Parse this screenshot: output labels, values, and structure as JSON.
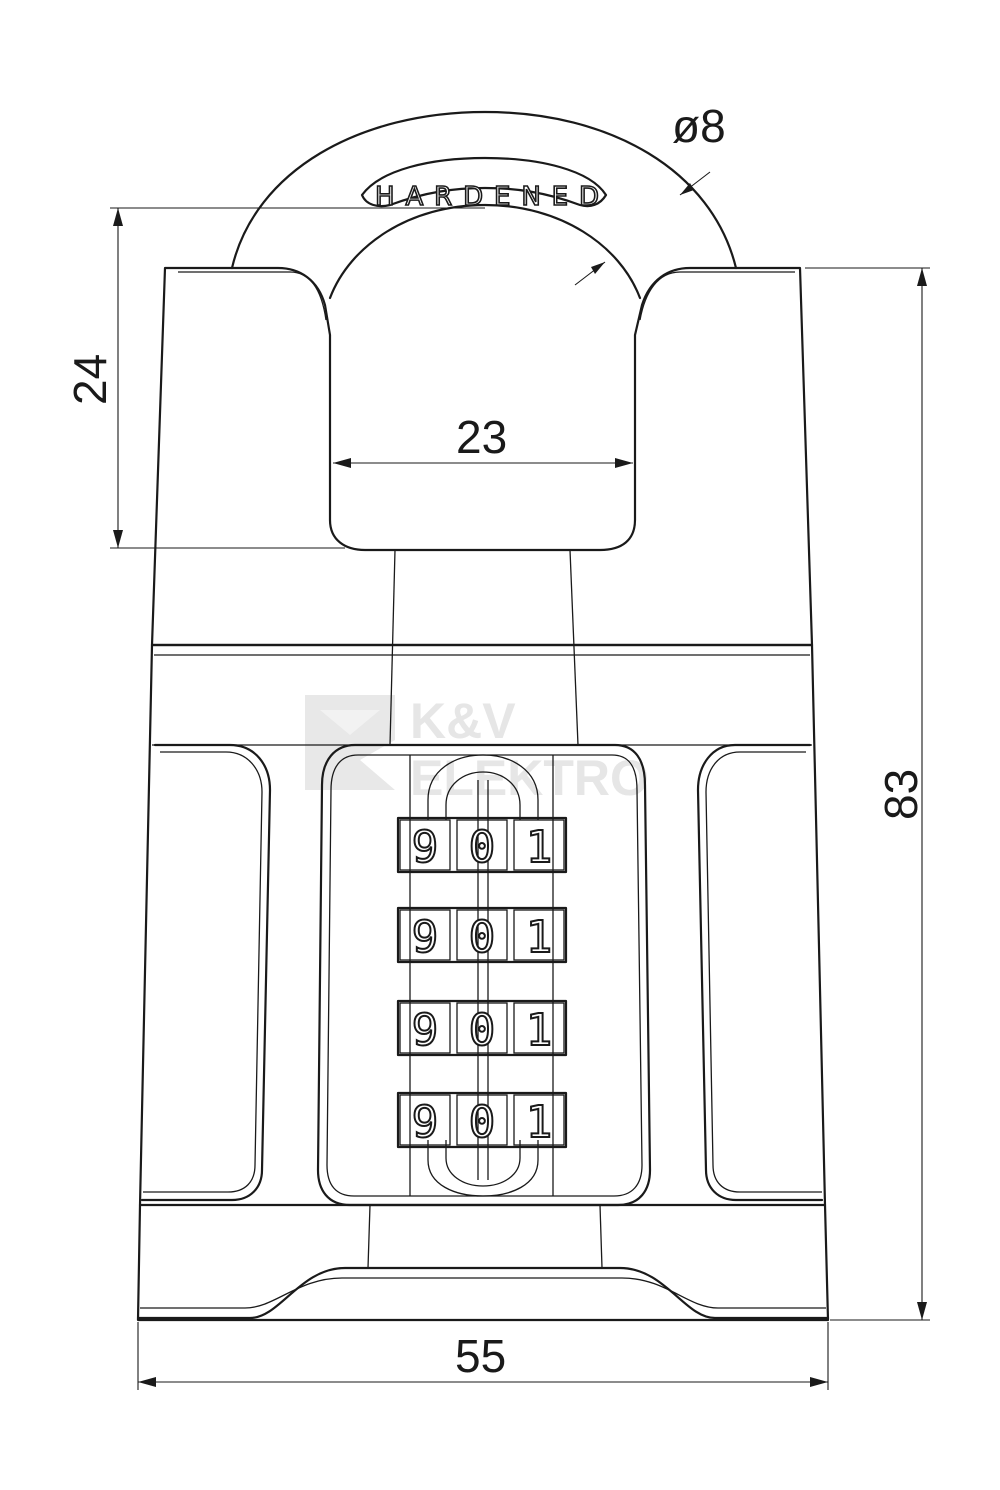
{
  "drawing": {
    "shackle_stamp": "HARDENED",
    "watermark": {
      "line1": "K&V",
      "line2": "ELEKTRO"
    },
    "dimensions": {
      "shackle_diameter": "ø8",
      "shackle_clearance_height": "24",
      "shackle_inner_width": "23",
      "overall_height": "83",
      "body_width": "55"
    },
    "combination_wheels": [
      [
        "9",
        "0",
        "1"
      ],
      [
        "9",
        "0",
        "1"
      ],
      [
        "9",
        "0",
        "1"
      ],
      [
        "9",
        "0",
        "1"
      ]
    ]
  }
}
